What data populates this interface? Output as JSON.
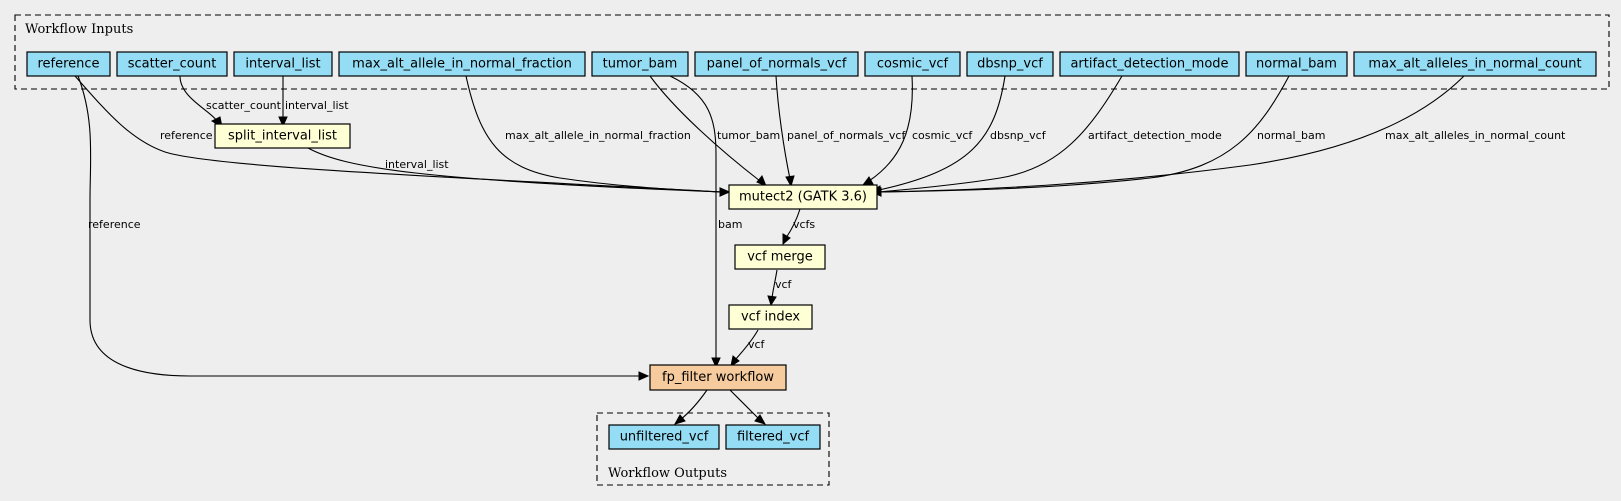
{
  "clusters": {
    "inputs_label": "Workflow Inputs",
    "outputs_label": "Workflow Outputs"
  },
  "inputs": [
    "reference",
    "scatter_count",
    "interval_list",
    "max_alt_allele_in_normal_fraction",
    "tumor_bam",
    "panel_of_normals_vcf",
    "cosmic_vcf",
    "dbsnp_vcf",
    "artifact_detection_mode",
    "normal_bam",
    "max_alt_alleles_in_normal_count"
  ],
  "steps": {
    "split": "split_interval_list",
    "mutect": "mutect2 (GATK 3.6)",
    "merge": "vcf merge",
    "index": "vcf index",
    "fpfilter": "fp_filter workflow"
  },
  "outputs": [
    "unfiltered_vcf",
    "filtered_vcf"
  ],
  "edge_labels": {
    "scatter_count": "scatter_count",
    "interval_list": "interval_list",
    "reference_to_mutect": "reference",
    "split_to_mutect": "interval_list",
    "max_alt_allele_in_normal_fraction": "max_alt_allele_in_normal_fraction",
    "tumor_bam": "tumor_bam",
    "panel_of_normals_vcf": "panel_of_normals_vcf",
    "cosmic_vcf": "cosmic_vcf",
    "dbsnp_vcf": "dbsnp_vcf",
    "artifact_detection_mode": "artifact_detection_mode",
    "normal_bam": "normal_bam",
    "max_alt_alleles_in_normal_count": "max_alt_alleles_in_normal_count",
    "reference_to_fpfilter": "reference",
    "bam": "bam",
    "vcfs": "vcfs",
    "merge_to_index": "vcf",
    "index_to_fpfilter": "vcf"
  },
  "colors": {
    "input_fill": "#94ddf4",
    "step_fill": "#ffffd6",
    "subworkflow_fill": "#f6cb9d",
    "background": "#eeeeee"
  }
}
